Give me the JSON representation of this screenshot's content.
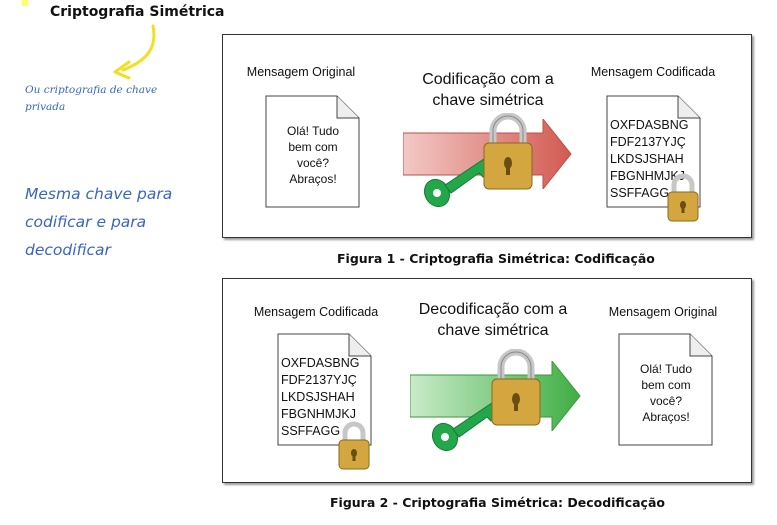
{
  "page": {
    "title": "Criptografia Simétrica",
    "note_small": "Ou criptografia de chave privada",
    "note_big": "Mesma chave para codificar e para decodificar"
  },
  "figure1": {
    "left_label": "Mensagem Original",
    "center_label": "Codificação com a chave simétrica",
    "right_label": "Mensagem Codificada",
    "left_doc_text": "Olá! Tudo\nbem com\nvocê?\nAbraços!",
    "right_doc_text": "OXFDASBNG\nFDF2137YJÇ\nLKDSJSHAH\nFBGNHMJKJ\nSSFFAGG",
    "arrow_color": "#d9807a",
    "caption": "Figura 1 - Criptografia Simétrica: Codificação"
  },
  "figure2": {
    "left_label": "Mensagem Codificada",
    "center_label": "Decodificação com a chave simétrica",
    "right_label": "Mensagem Original",
    "left_doc_text": "OXFDASBNG\nFDF2137YJÇ\nLKDSJSHAH\nFBGNHMJKJ\nSSFFAGG",
    "right_doc_text": "Olá! Tudo\nbem com\nvocê?\nAbraços!",
    "arrow_color": "#6cc470",
    "caption": "Figura 2 - Criptografia Simétrica: Decodificação"
  },
  "colors": {
    "annotation": "#3a64c4",
    "key": "#22a84a",
    "lock_body": "#d4a640"
  },
  "icons": [
    "document-icon",
    "key-icon",
    "padlock-icon",
    "arrow-icon",
    "yellow-arrow-icon"
  ]
}
